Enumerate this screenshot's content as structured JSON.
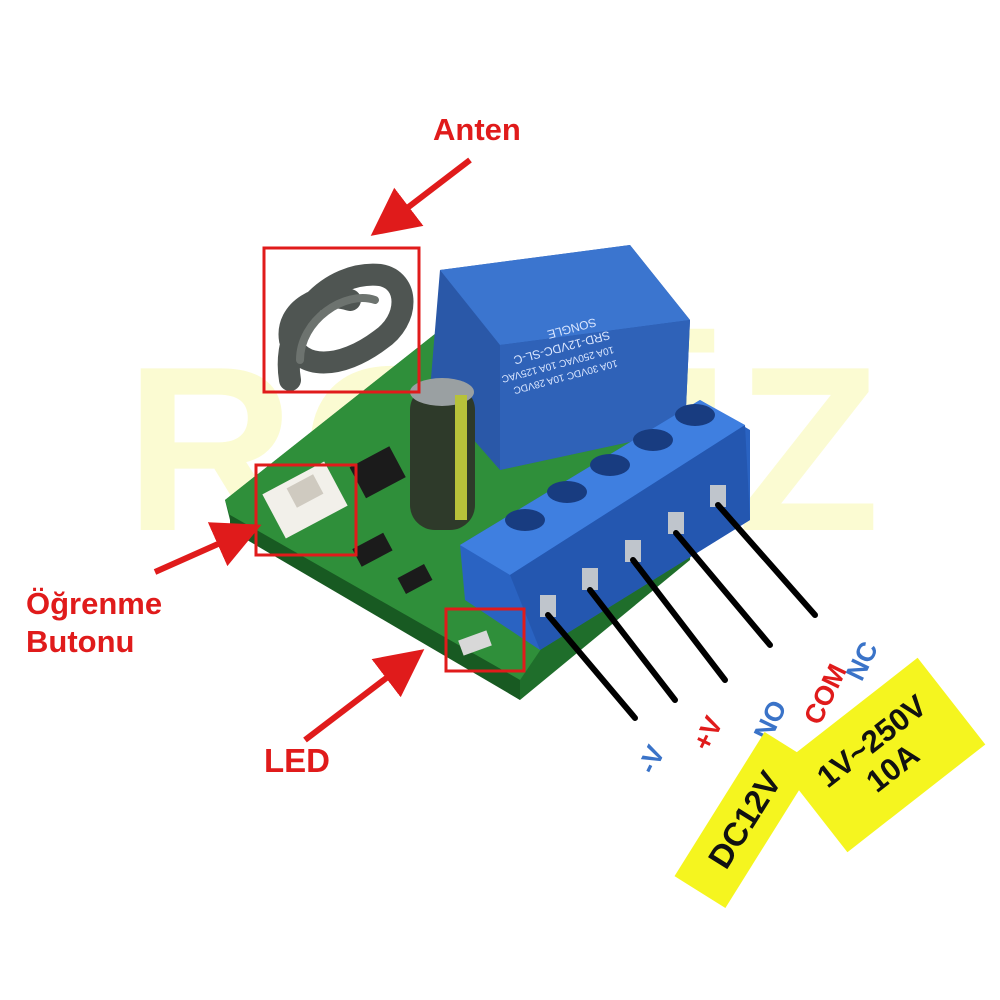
{
  "labels": {
    "anten": "Anten",
    "ogrenme": "Öğrenme",
    "butonu": "Butonu",
    "led": "LED"
  },
  "terminals": {
    "neg_v": "-V",
    "pos_v": "+V",
    "no": "NO",
    "com": "COM",
    "nc": "NC"
  },
  "power_boxes": {
    "dc": "DC12V",
    "ac_line1": "1V~250V",
    "ac_line2": "10A"
  },
  "relay_marking": {
    "brand": "SONGLE",
    "model": "SRD-12VDC-SL-C",
    "rating1": "10A 250VAC 10A 125VAC",
    "rating2": "10A 30VDC 10A 28VDC"
  },
  "watermark": "ROBİZ",
  "colors": {
    "annotation_red": "#e01b1b",
    "terminal_blue": "#3a73c8",
    "highlight_yellow": "#f5f51f",
    "pcb_green": "#2f8f3a",
    "relay_blue": "#2f62b8"
  }
}
